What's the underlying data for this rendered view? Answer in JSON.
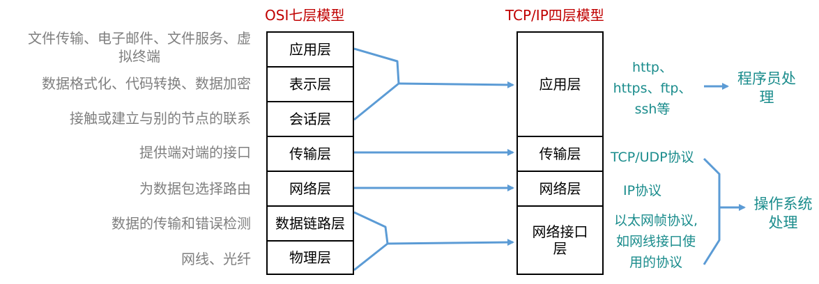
{
  "osi": {
    "title": "OSI七层模型",
    "layers": [
      "应用层",
      "表示层",
      "会话层",
      "传输层",
      "网络层",
      "数据链路层",
      "物理层"
    ]
  },
  "tcpip": {
    "title": "TCP/IP四层模型",
    "layers": [
      "应用层",
      "传输层",
      "网络层",
      "网络接口层"
    ]
  },
  "descriptions": [
    "文件传输、电子邮件、文件服务、虚拟终端",
    "数据格式化、代码转换、数据加密",
    "接触或建立与别的节点的联系",
    "提供端对端的接口",
    "为数据包选择路由",
    "数据的传输和错误检测",
    "网线、光纤"
  ],
  "protocols": {
    "application": "http、https、ftp、ssh等",
    "transport": "TCP/UDP协议",
    "network": "IP协议",
    "link": "以太网帧协议,如网线接口使用的协议"
  },
  "handlers": {
    "programmer": "程序员处理",
    "os": "操作系统处理"
  },
  "colors": {
    "title": "#c00000",
    "description": "#7f7f7f",
    "teal_text": "#1a8c8c",
    "connector": "#5b9bd5"
  }
}
